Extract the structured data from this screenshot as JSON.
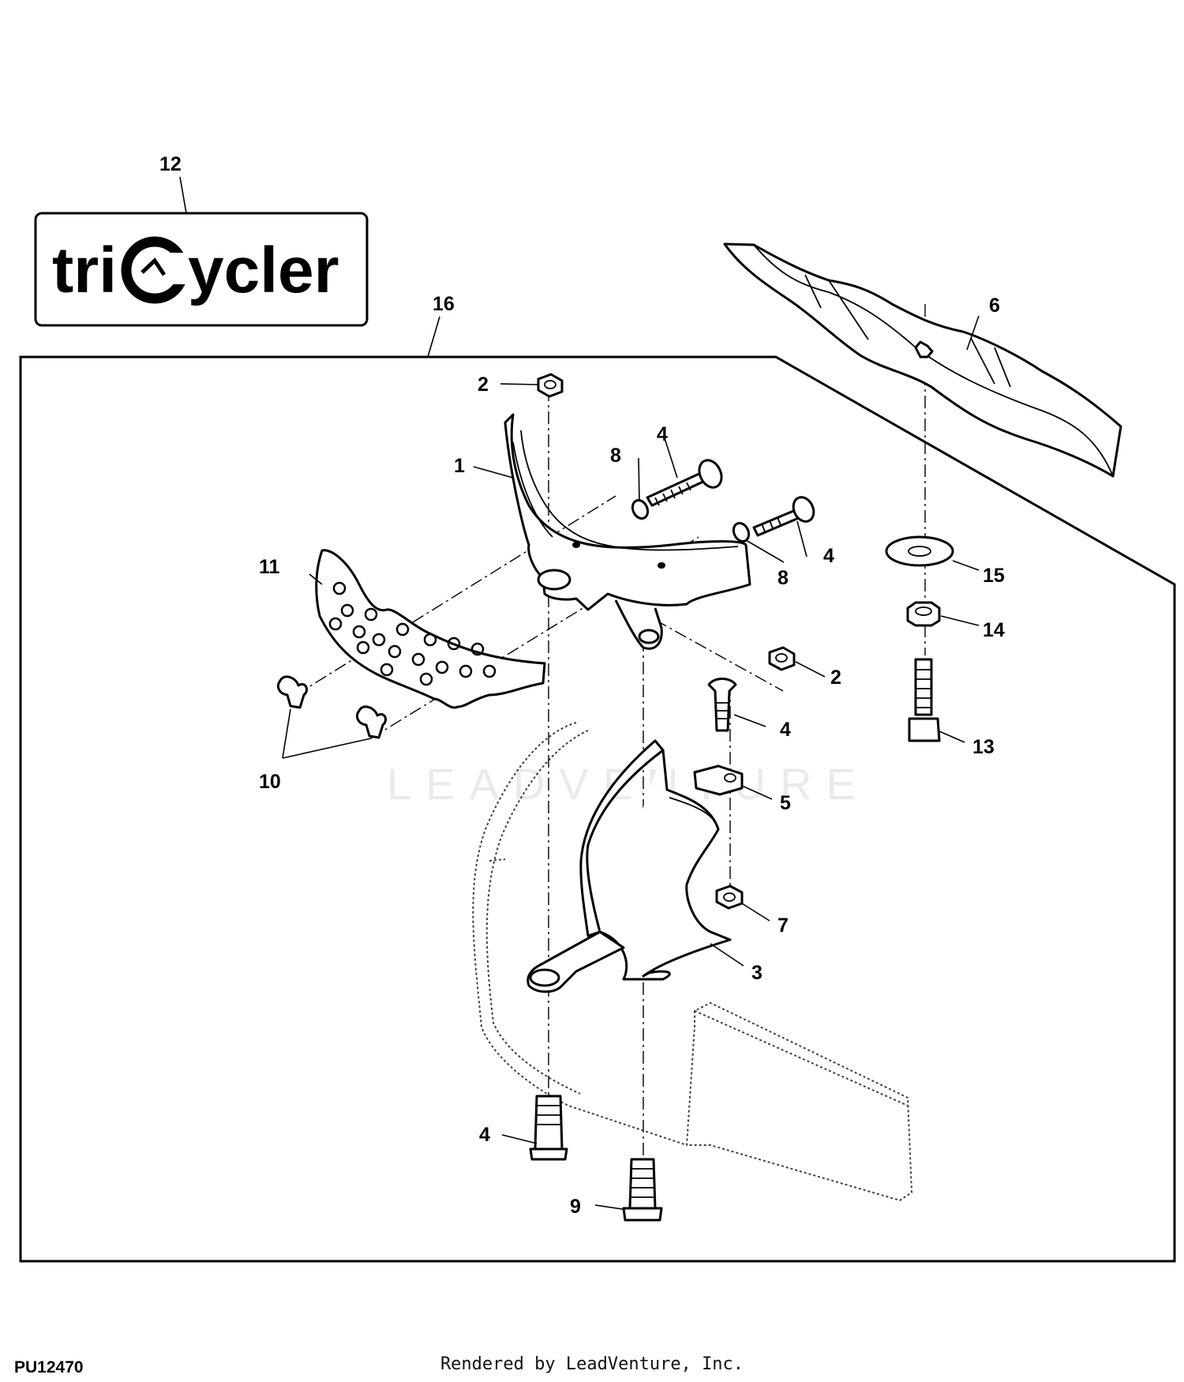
{
  "figure_code": "PU12470",
  "credit": "Rendered by LeadVenture, Inc.",
  "watermark": "LEADVENTURE",
  "logo": {
    "text_left": "tri",
    "text_right": "ycler"
  },
  "callouts": {
    "c1": "1",
    "c2a": "2",
    "c2b": "2",
    "c3": "3",
    "c4a": "4",
    "c4b": "4",
    "c4c": "4",
    "c4d": "4",
    "c5": "5",
    "c6": "6",
    "c7": "7",
    "c8a": "8",
    "c8b": "8",
    "c9": "9",
    "c10": "10",
    "c11": "11",
    "c12": "12",
    "c13": "13",
    "c14": "14",
    "c15": "15",
    "c16": "16"
  }
}
